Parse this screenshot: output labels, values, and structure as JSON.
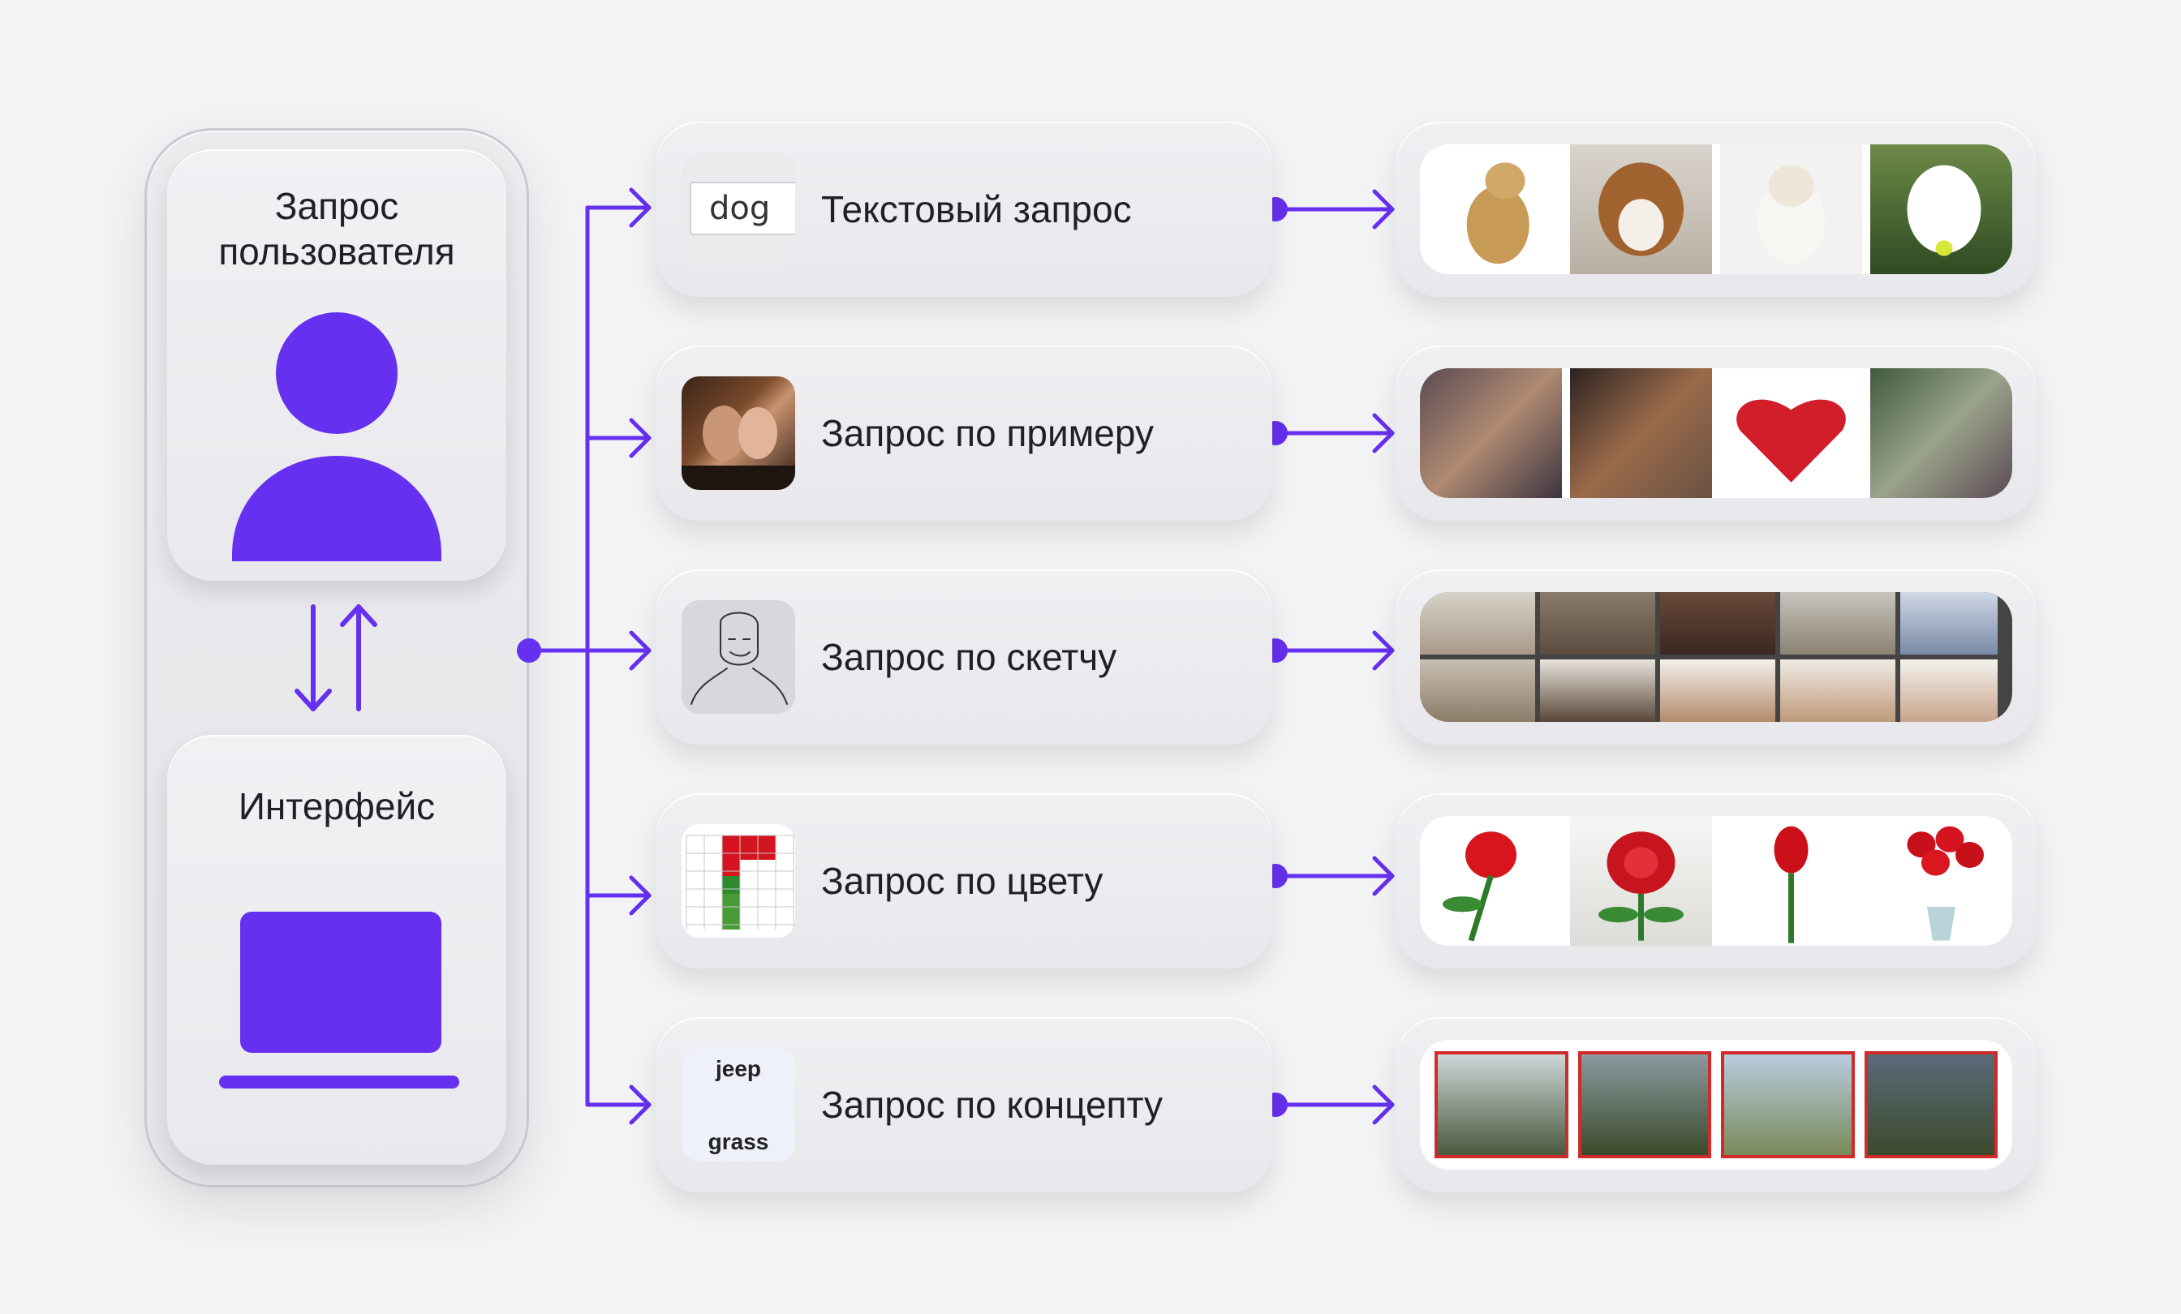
{
  "left": {
    "user_title_line1": "Запрос",
    "user_title_line2": "пользователя",
    "interface_title": "Интерфейс",
    "user_icon": "user-icon",
    "laptop_icon": "laptop-icon",
    "exchange_icon": "up-down-arrows-icon"
  },
  "rows": [
    {
      "label": "Текстовый запрос",
      "thumb_text": "dog",
      "results": "dog photos"
    },
    {
      "label": "Запрос по примеру",
      "results": "movie poster images"
    },
    {
      "label": "Запрос по скетчу",
      "results": "face photos"
    },
    {
      "label": "Запрос по цвету",
      "results": "rose images"
    },
    {
      "label": "Запрос по концепту",
      "thumb_words": [
        "jeep",
        "grass"
      ],
      "results": "jeep photos"
    }
  ],
  "colors": {
    "accent": "#6530ef",
    "background": "#f3f3f5",
    "card": "#ececef",
    "text": "#1f1f24"
  }
}
